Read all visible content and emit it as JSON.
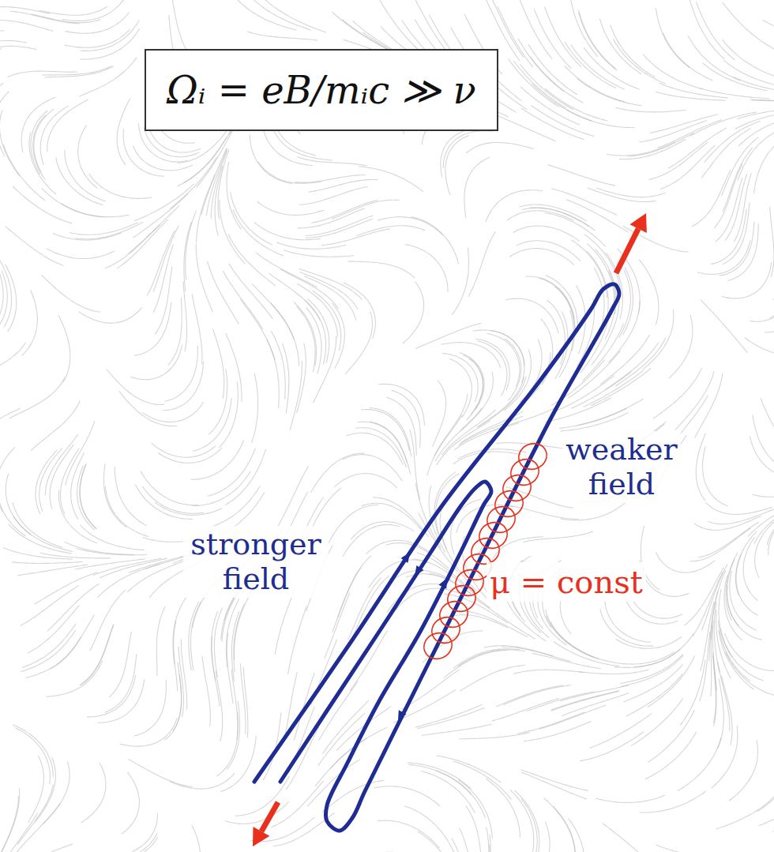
{
  "diagram": {
    "nodes": [
      {
        "text": [
          "Ωᵢ = eB/mᵢc ≫ ν"
        ]
      }
    ],
    "labels": [
      "weaker field",
      "stronger field",
      "μ = const"
    ]
  }
}
